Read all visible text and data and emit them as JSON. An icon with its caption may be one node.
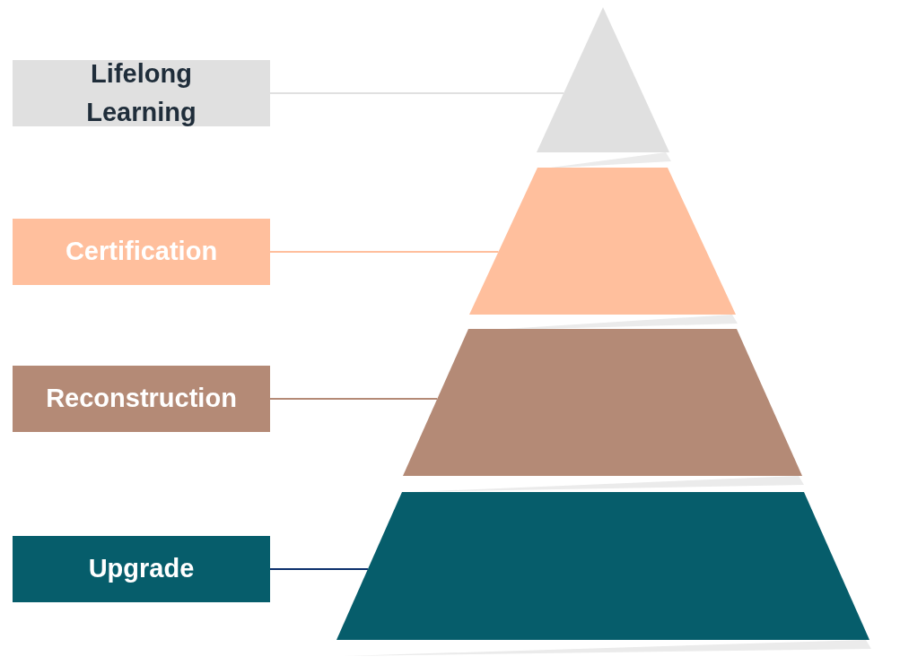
{
  "diagram": {
    "nodes": [
      {
        "text": [
          "Lifelong Learning"
        ]
      },
      {
        "text": [
          "Certification"
        ]
      },
      {
        "text": [
          "Reconstruction"
        ]
      },
      {
        "text": [
          "Upgrade"
        ]
      },
      {
        "text": [],
        "shape": "triangle"
      },
      {
        "text": [],
        "shape": "trapezoid"
      },
      {
        "text": [],
        "shape": "trapezoid"
      },
      {
        "text": [],
        "shape": "trapezoid"
      }
    ],
    "edges": [
      {
        "from": 0,
        "to": 4,
        "arrow": "none",
        "color": "#e0e0e0"
      },
      {
        "from": 1,
        "to": 5,
        "arrow": "none",
        "color": "#ffbf9d"
      },
      {
        "from": 2,
        "to": 6,
        "arrow": "none",
        "color": "#b48a76"
      },
      {
        "from": 3,
        "to": 7,
        "arrow": "none",
        "color": "#0b2f6b"
      }
    ]
  }
}
